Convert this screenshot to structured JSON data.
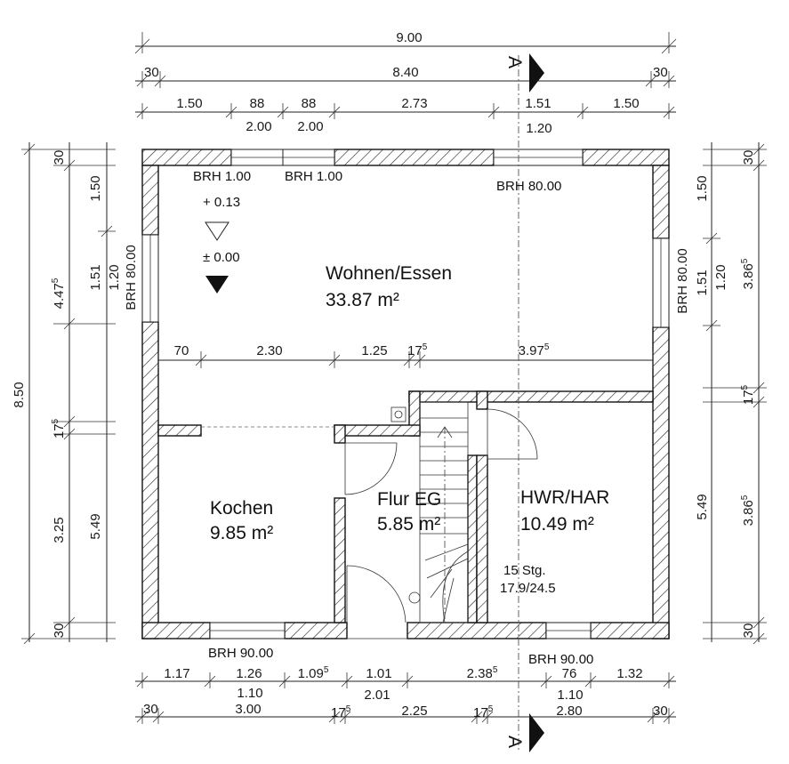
{
  "rooms": {
    "wohnen": {
      "name": "Wohnen/Essen",
      "area": "33.87 m²"
    },
    "kochen": {
      "name": "Kochen",
      "area": "9.85 m²"
    },
    "flur": {
      "name": "Flur EG",
      "area": "5.85 m²"
    },
    "hwr": {
      "name": "HWR/HAR",
      "area": "10.49 m²"
    }
  },
  "levels": {
    "upper": "+ 0.13",
    "zero": "± 0.00"
  },
  "stairs": {
    "steps": "15 Stg.",
    "ratio": "17.9/24.5"
  },
  "section_marker": "A",
  "window_labels": {
    "top1": "BRH 1.00",
    "top2": "BRH 1.00",
    "top3": "BRH 80.00",
    "left": "BRH 80.00",
    "right": "BRH 80.00",
    "bottom1": "BRH 90.00",
    "bottom2": "BRH 90.00"
  },
  "dims_top": {
    "total": "9.00",
    "r2_left": "30",
    "r2_mid": "8.40",
    "r2_right": "30",
    "r3": [
      "1.50",
      "88",
      "88",
      "2.73",
      "1.51",
      "1.50"
    ],
    "r4": [
      "2.00",
      "2.00",
      "1.20"
    ]
  },
  "dims_inner": [
    "70",
    "2.30",
    "1.25",
    "17",
    "3.97"
  ],
  "dims_bottom": {
    "r1": [
      "1.17",
      "1.26",
      "1.09",
      "1.01",
      "2.38",
      "76",
      "1.32"
    ],
    "r2": [
      "1.10",
      "1.10"
    ],
    "r2b": [
      "2.01"
    ],
    "r3": [
      "30",
      "3.00",
      "17",
      "2.25",
      "17",
      "2.80",
      "30"
    ]
  },
  "dims_left": {
    "total": "8.50",
    "outer": [
      "30",
      "4.47",
      "17",
      "3.25",
      "30"
    ],
    "inner": [
      "1.50",
      "1.51",
      "5.49"
    ],
    "window": "1.20"
  },
  "dims_right": {
    "outer": [
      "30",
      "3.86",
      "17",
      "3.86",
      "30"
    ],
    "inner": [
      "1.50",
      "1.51",
      "5.49"
    ],
    "window": "1.20"
  },
  "superscripts": {
    "five": "5"
  }
}
